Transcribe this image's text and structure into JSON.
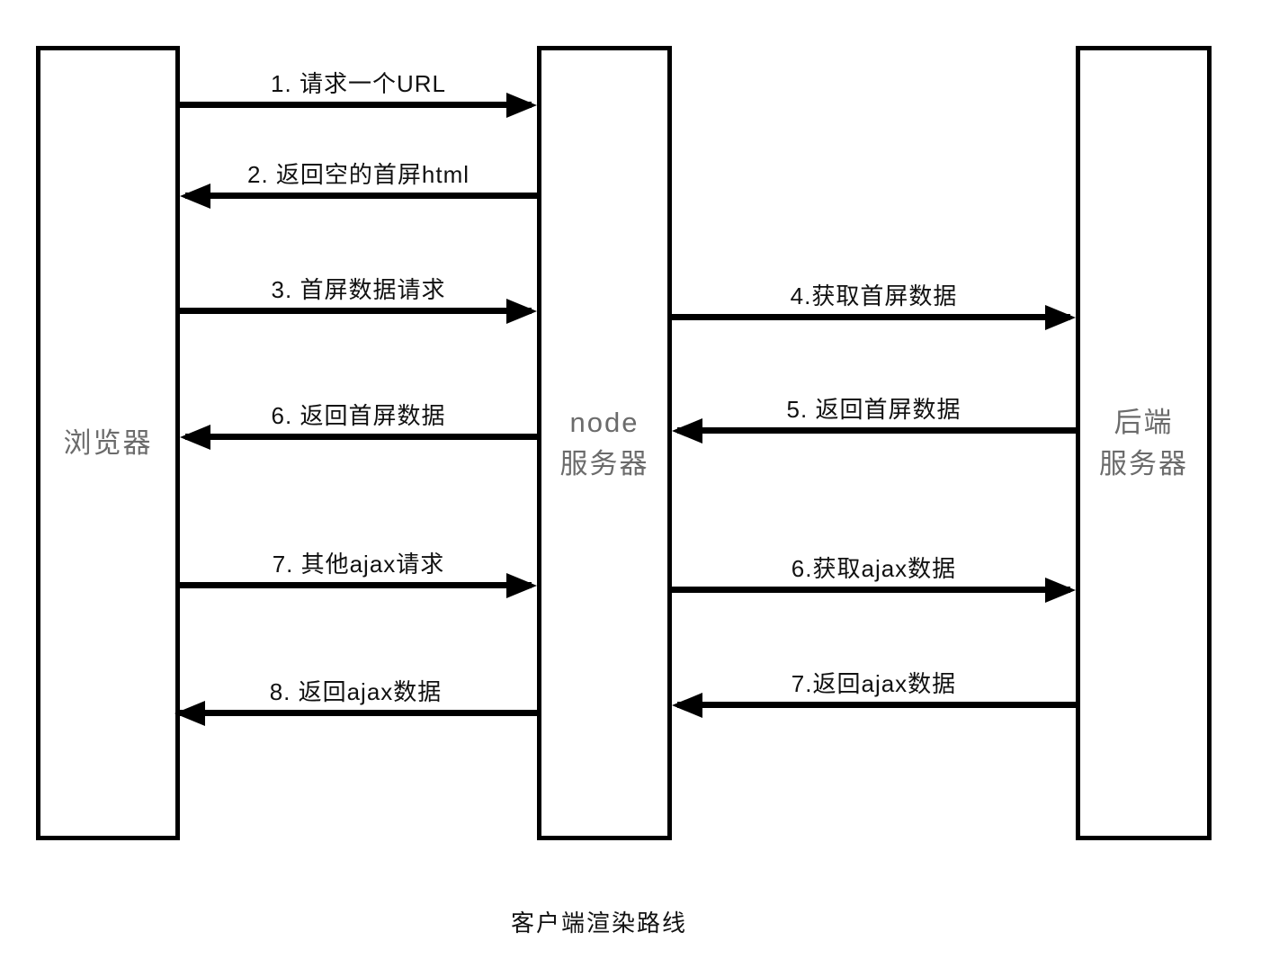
{
  "diagram": {
    "caption": "客户端渲染路线",
    "nodes": {
      "browser": {
        "label": "浏览器"
      },
      "node_server": {
        "line1": "node",
        "line2": "服务器"
      },
      "backend_server": {
        "line1": "后端",
        "line2": "服务器"
      }
    },
    "messages": [
      {
        "label": "1. 请求一个URL",
        "direction": "right",
        "lane": "browser-to-node"
      },
      {
        "label": "2. 返回空的首屏html",
        "direction": "left",
        "lane": "node-to-browser"
      },
      {
        "label": "3. 首屏数据请求",
        "direction": "right",
        "lane": "browser-to-node"
      },
      {
        "label": "6. 返回首屏数据",
        "direction": "left",
        "lane": "node-to-browser"
      },
      {
        "label": "7. 其他ajax请求",
        "direction": "right",
        "lane": "browser-to-node"
      },
      {
        "label": "8. 返回ajax数据",
        "direction": "left",
        "lane": "node-to-browser"
      },
      {
        "label": "4.获取首屏数据",
        "direction": "right",
        "lane": "node-to-backend"
      },
      {
        "label": "5. 返回首屏数据",
        "direction": "left",
        "lane": "backend-to-node"
      },
      {
        "label": "6.获取ajax数据",
        "direction": "right",
        "lane": "node-to-backend"
      },
      {
        "label": "7.返回ajax数据",
        "direction": "left",
        "lane": "backend-to-node"
      }
    ],
    "colors": {
      "background": "#ffffff",
      "line_color": "#000000",
      "box_border_color": "#000000",
      "box_label_color": "#6b6b6b",
      "message_label_color": "#111111"
    }
  }
}
